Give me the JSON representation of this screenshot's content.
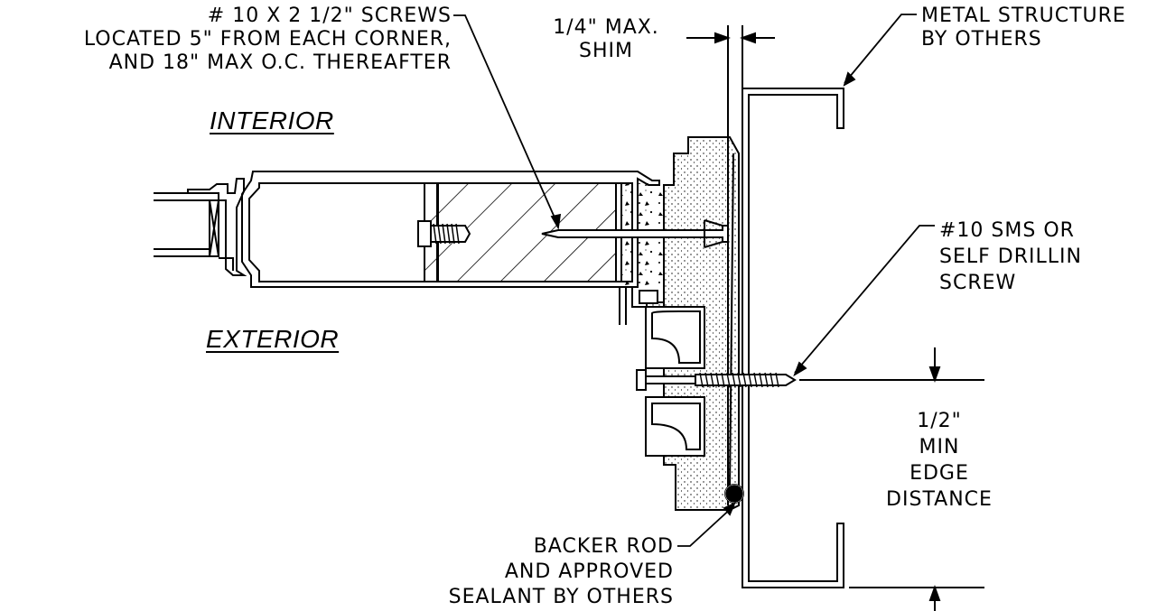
{
  "labels": {
    "interior": "INTERIOR",
    "exterior": "EXTERIOR"
  },
  "callouts": {
    "anchor_screws": {
      "line1": "# 10 X 2 1/2\" SCREWS",
      "line2": "LOCATED 5\" FROM EACH CORNER,",
      "line3": "AND 18\" MAX O.C. THEREAFTER"
    },
    "shim": {
      "line1": "1/4\" MAX.",
      "line2": "SHIM"
    },
    "metal_structure": {
      "line1": "METAL STRUCTURE",
      "line2": "BY OTHERS"
    },
    "sms_screw": {
      "line1": "#10 SMS OR",
      "line2": "SELF DRILLIN",
      "line3": "SCREW"
    },
    "edge_distance": {
      "line1": "1/2\"",
      "line2": "MIN",
      "line3": "EDGE",
      "line4": "DISTANCE"
    },
    "backer_rod": {
      "line1": "BACKER ROD",
      "line2": "AND APPROVED",
      "line3": "SEALANT BY OTHERS"
    }
  }
}
